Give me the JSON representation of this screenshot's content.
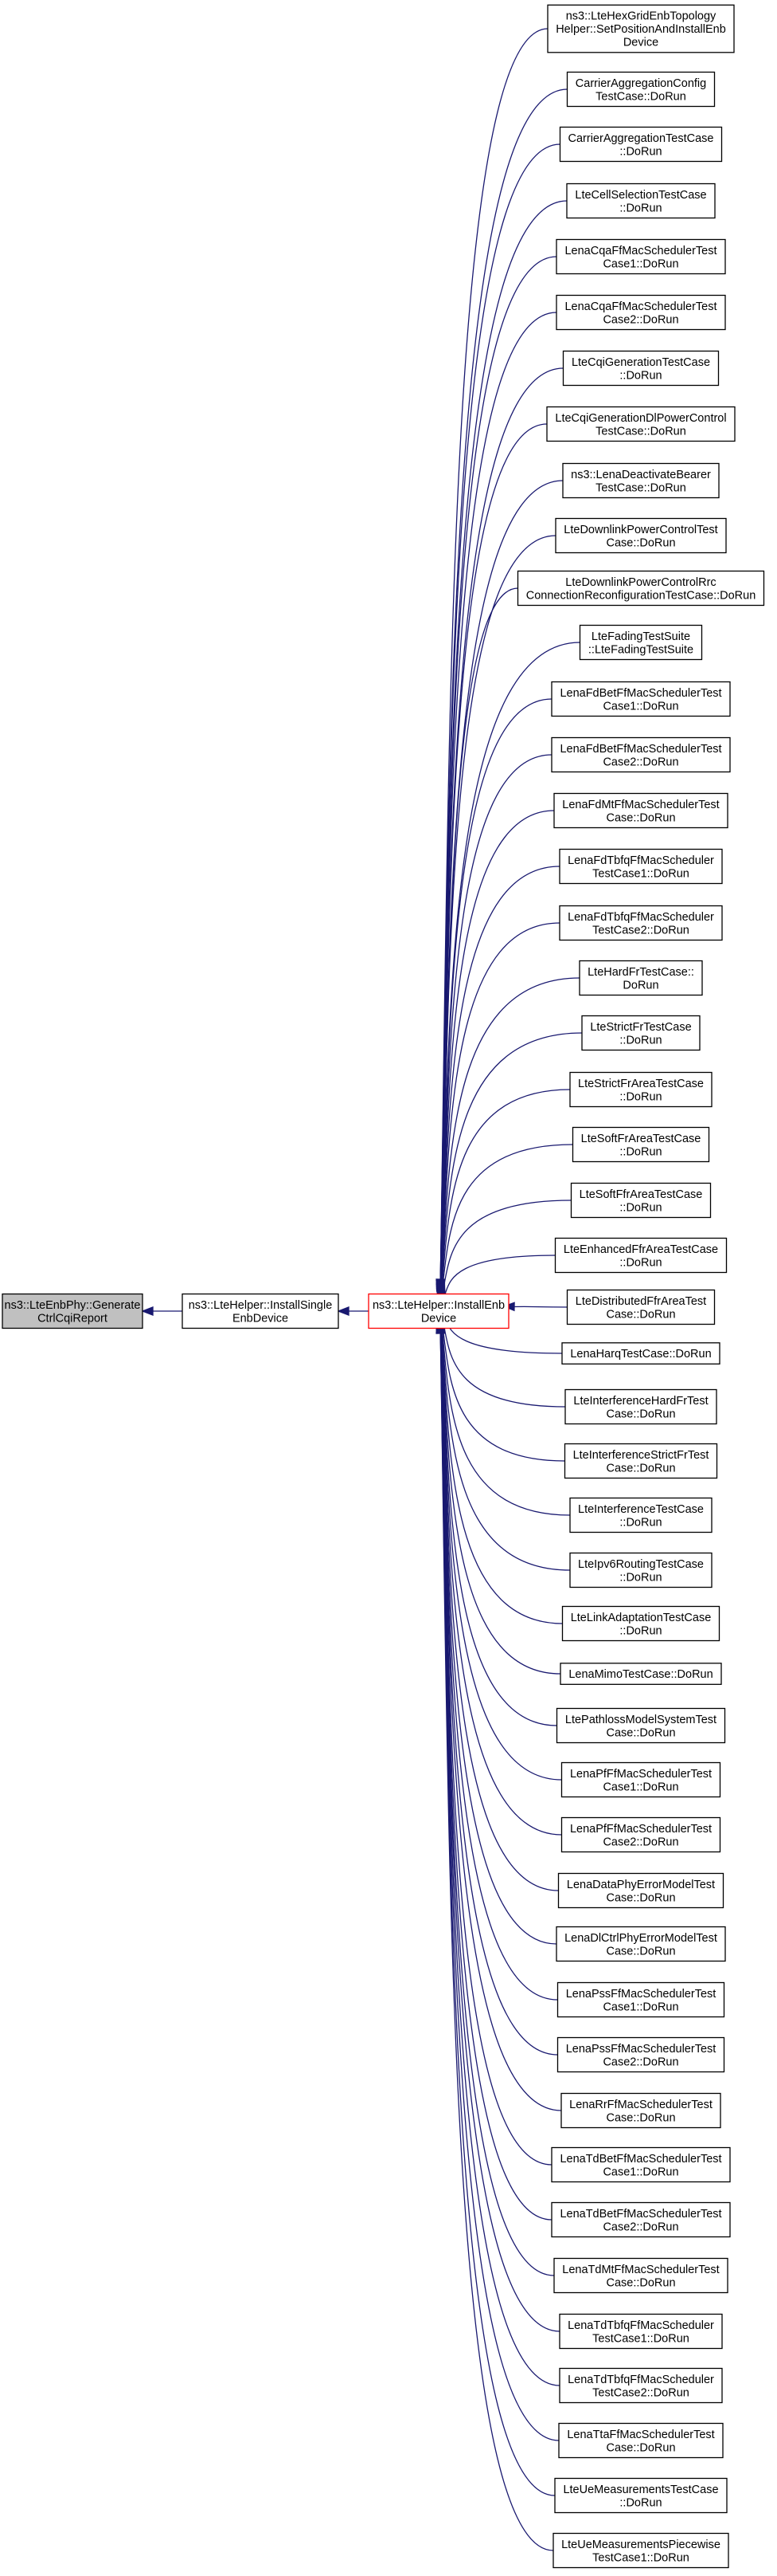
{
  "colors": {
    "edge": "#191970",
    "root_fill": "#c0c0c0",
    "focus_border": "#ff0000",
    "node_border": "#000000"
  },
  "nodes": {
    "root": [
      "ns3::LteEnbPhy::Generate",
      "CtrlCqiReport"
    ],
    "install_single": [
      "ns3::LteHelper::InstallSingle",
      "EnbDevice"
    ],
    "install_enb": [
      "ns3::LteHelper::InstallEnb",
      "Device"
    ]
  },
  "callers": [
    [
      "ns3::LteHexGridEnbTopology",
      "Helper::SetPositionAndInstallEnb",
      "Device"
    ],
    [
      "CarrierAggregationConfig",
      "TestCase::DoRun"
    ],
    [
      "CarrierAggregationTestCase",
      "::DoRun"
    ],
    [
      "LteCellSelectionTestCase",
      "::DoRun"
    ],
    [
      "LenaCqaFfMacSchedulerTest",
      "Case1::DoRun"
    ],
    [
      "LenaCqaFfMacSchedulerTest",
      "Case2::DoRun"
    ],
    [
      "LteCqiGenerationTestCase",
      "::DoRun"
    ],
    [
      "LteCqiGenerationDlPowerControl",
      "TestCase::DoRun"
    ],
    [
      "ns3::LenaDeactivateBearer",
      "TestCase::DoRun"
    ],
    [
      "LteDownlinkPowerControlTest",
      "Case::DoRun"
    ],
    [
      "LteDownlinkPowerControlRrc",
      "ConnectionReconfigurationTestCase::DoRun"
    ],
    [
      "LteFadingTestSuite",
      "::LteFadingTestSuite"
    ],
    [
      "LenaFdBetFfMacSchedulerTest",
      "Case1::DoRun"
    ],
    [
      "LenaFdBetFfMacSchedulerTest",
      "Case2::DoRun"
    ],
    [
      "LenaFdMtFfMacSchedulerTest",
      "Case::DoRun"
    ],
    [
      "LenaFdTbfqFfMacScheduler",
      "TestCase1::DoRun"
    ],
    [
      "LenaFdTbfqFfMacScheduler",
      "TestCase2::DoRun"
    ],
    [
      "LteHardFrTestCase::",
      "DoRun"
    ],
    [
      "LteStrictFrTestCase",
      "::DoRun"
    ],
    [
      "LteStrictFrAreaTestCase",
      "::DoRun"
    ],
    [
      "LteSoftFrAreaTestCase",
      "::DoRun"
    ],
    [
      "LteSoftFfrAreaTestCase",
      "::DoRun"
    ],
    [
      "LteEnhancedFfrAreaTestCase",
      "::DoRun"
    ],
    [
      "LteDistributedFfrAreaTest",
      "Case::DoRun"
    ],
    [
      "LenaHarqTestCase::DoRun"
    ],
    [
      "LteInterferenceHardFrTest",
      "Case::DoRun"
    ],
    [
      "LteInterferenceStrictFrTest",
      "Case::DoRun"
    ],
    [
      "LteInterferenceTestCase",
      "::DoRun"
    ],
    [
      "LteIpv6RoutingTestCase",
      "::DoRun"
    ],
    [
      "LteLinkAdaptationTestCase",
      "::DoRun"
    ],
    [
      "LenaMimoTestCase::DoRun"
    ],
    [
      "LtePathlossModelSystemTest",
      "Case::DoRun"
    ],
    [
      "LenaPfFfMacSchedulerTest",
      "Case1::DoRun"
    ],
    [
      "LenaPfFfMacSchedulerTest",
      "Case2::DoRun"
    ],
    [
      "LenaDataPhyErrorModelTest",
      "Case::DoRun"
    ],
    [
      "LenaDlCtrlPhyErrorModelTest",
      "Case::DoRun"
    ],
    [
      "LenaPssFfMacSchedulerTest",
      "Case1::DoRun"
    ],
    [
      "LenaPssFfMacSchedulerTest",
      "Case2::DoRun"
    ],
    [
      "LenaRrFfMacSchedulerTest",
      "Case::DoRun"
    ],
    [
      "LenaTdBetFfMacSchedulerTest",
      "Case1::DoRun"
    ],
    [
      "LenaTdBetFfMacSchedulerTest",
      "Case2::DoRun"
    ],
    [
      "LenaTdMtFfMacSchedulerTest",
      "Case::DoRun"
    ],
    [
      "LenaTdTbfqFfMacScheduler",
      "TestCase1::DoRun"
    ],
    [
      "LenaTdTbfqFfMacScheduler",
      "TestCase2::DoRun"
    ],
    [
      "LenaTtaFfMacSchedulerTest",
      "Case::DoRun"
    ],
    [
      "LteUeMeasurementsTestCase",
      "::DoRun"
    ],
    [
      "LteUeMeasurementsPiecewise",
      "TestCase1::DoRun"
    ]
  ]
}
